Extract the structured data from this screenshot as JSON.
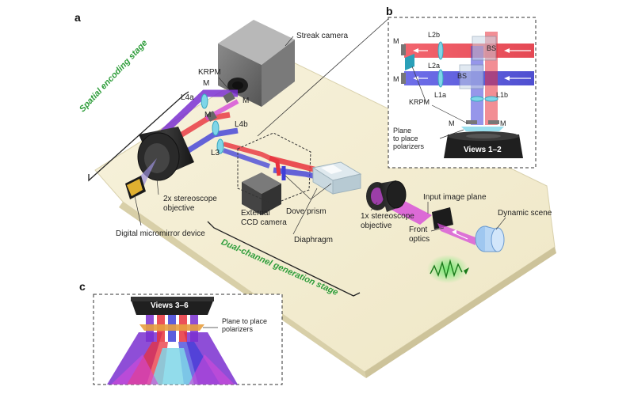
{
  "panels": {
    "a": "a",
    "b": "b",
    "c": "c"
  },
  "labels": {
    "streak_camera": "Streak camera",
    "krpm": "KRPM",
    "m": "M",
    "l4a": "L4a",
    "l4b": "L4b",
    "l3": "L3",
    "spatial_encoding_stage": "Spatial encoding stage",
    "stereoscope_2x": "2x stereoscope\nobjective",
    "digital_micromirror_device": "Digital micromirror device",
    "external_ccd_camera": "External\nCCD camera",
    "dove_prism": "Dove prism",
    "diaphragm": "Diaphragm",
    "stereoscope_1x": "1x stereoscope\nobjective",
    "input_image_plane": "Input image plane",
    "dynamic_scene": "Dynamic scene",
    "front_optics": "Front\noptics",
    "dual_channel_generation_stage": "Dual-channel generation stage"
  },
  "inset_b": {
    "m_top": "M",
    "m_mid": "M",
    "l2b": "L2b",
    "l2a": "L2a",
    "bs_top": "BS",
    "bs_bottom": "BS",
    "l1a": "L1a",
    "l1b": "L1b",
    "krpm": "KRPM",
    "m_low_left": "M",
    "m_low_right": "M",
    "plane_to_place_polarizers": "Plane\nto place\npolarizers",
    "views": "Views 1–2"
  },
  "inset_c": {
    "views": "Views 3–6",
    "plane_to_place_polarizers": "Plane to place\npolarizers"
  },
  "colors": {
    "table": "#f4efd6",
    "table_edge": "#d9d1ad",
    "red_beam": "#e8323c",
    "blue_beam": "#3f3fd8",
    "magenta_beam": "#d64ad8",
    "purple_beam": "#7a2fd0",
    "lens": "#7fd6e8",
    "stage_text": "#2e9d3a",
    "camera_gray": "#6e6e6e",
    "dark_body": "#2a2a2a"
  }
}
